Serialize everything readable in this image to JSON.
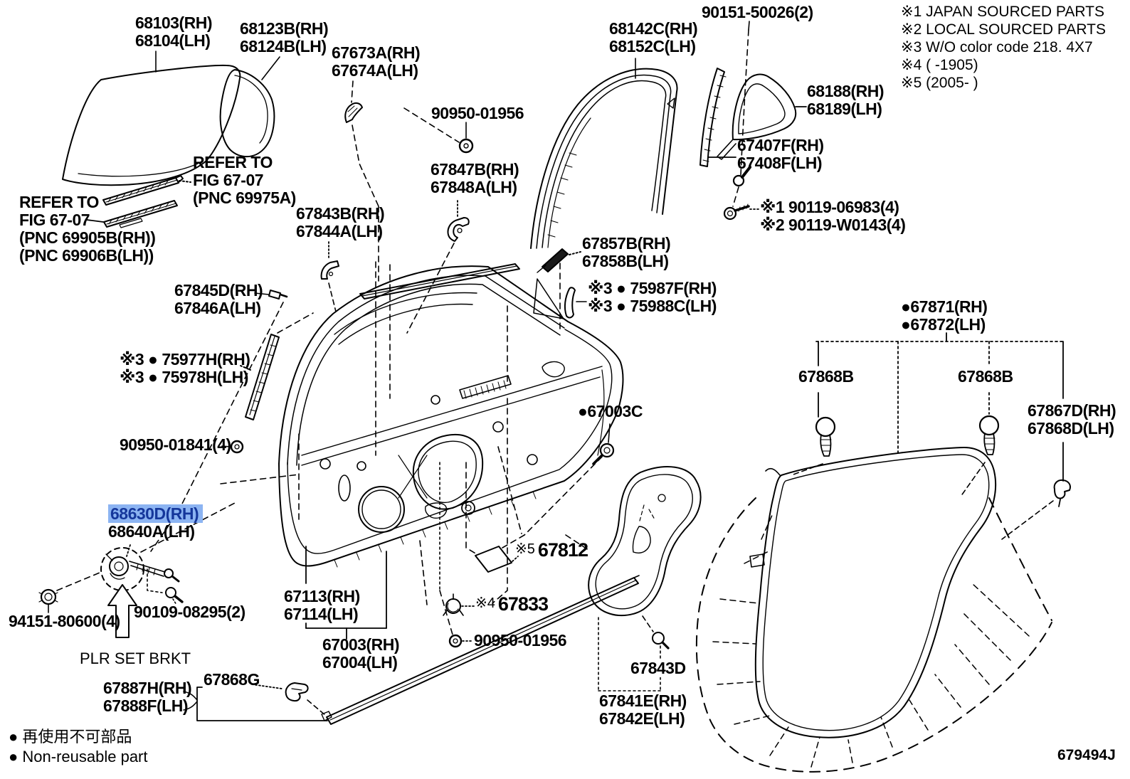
{
  "page": {
    "code": "679494J"
  },
  "colors": {
    "highlight_bg": "#8cb4f2",
    "highlight_text": "#15379b",
    "line": "#000000"
  },
  "legend": {
    "n1": "※1 JAPAN SOURCED PARTS",
    "n2": "※2 LOCAL SOURCED PARTS",
    "n3": "※3 W/O color code 218. 4X7",
    "n4": "※4 (      -1905)",
    "n5": "※5 (2005-      )"
  },
  "footer": {
    "jp": "● 再使用不可部品",
    "en": "● Non-reusable part"
  },
  "labels": {
    "g68103": {
      "l1": "68103(RH)",
      "l2": "68104(LH)"
    },
    "g68123": {
      "l1": "68123B(RH)",
      "l2": "68124B(LH)"
    },
    "g67673": {
      "l1": "67673A(RH)",
      "l2": "67674A(LH)"
    },
    "s90950t": {
      "l1": "90950-01956"
    },
    "g67847": {
      "l1": "67847B(RH)",
      "l2": "67848A(LH)"
    },
    "g68142": {
      "l1": "68142C(RH)",
      "l2": "68152C(LH)"
    },
    "s90151": {
      "l1": "90151-50026(2)"
    },
    "g68188": {
      "l1": "68188(RH)",
      "l2": "68189(LH)"
    },
    "g67407": {
      "l1": "67407F(RH)",
      "l2": "67408F(LH)"
    },
    "s90119": {
      "l1": "※1 90119-06983(4)",
      "l2": "※2 90119-W0143(4)"
    },
    "referA": {
      "l1": "REFER TO",
      "l2": "FIG 67-07",
      "l3": "(PNC 69975A)"
    },
    "referB": {
      "l1": "REFER TO",
      "l2": "FIG 67-07",
      "l3": "(PNC 69905B(RH))",
      "l4": "(PNC 69906B(LH))"
    },
    "g67843b": {
      "l1": "67843B(RH)",
      "l2": "67844A(LH)"
    },
    "g67845": {
      "l1": "67845D(RH)",
      "l2": "67846A(LH)"
    },
    "g67857": {
      "l1": "67857B(RH)",
      "l2": "67858B(LH)"
    },
    "g75987": {
      "l1": "※3 ● 75987F(RH)",
      "l2": "※3 ● 75988C(LH)"
    },
    "g75977": {
      "l1": "※3 ● 75977H(RH)",
      "l2": "※3 ● 75978H(LH)"
    },
    "g67871": {
      "l1": "●67871(RH)",
      "l2": "●67872(LH)"
    },
    "g67868bL": {
      "l1": "67868B"
    },
    "g67868bR": {
      "l1": "67868B"
    },
    "g67867": {
      "l1": "67867D(RH)",
      "l2": "67868D(LH)"
    },
    "g67003c": {
      "l1": "●67003C"
    },
    "s90950m": {
      "l1": "90950-01841(4)"
    },
    "g68630": {
      "l1": "68630D(RH)",
      "l2": "68640A(LH)"
    },
    "s94151": {
      "l1": "94151-80600(4)"
    },
    "s90109": {
      "l1": "90109-08295(2)"
    },
    "plr": {
      "l1": "PLR SET BRKT"
    },
    "g67113": {
      "l1": "67113(RH)",
      "l2": "67114(LH)"
    },
    "g67003": {
      "l1": "67003(RH)",
      "l2": "67004(LH)"
    },
    "g67812": {
      "p": "※5",
      "n": "67812"
    },
    "g67833": {
      "p": "※4",
      "n": "67833"
    },
    "s90950b": {
      "l1": "90950-01956"
    },
    "g67843d": {
      "l1": "67843D"
    },
    "g67841": {
      "l1": "67841E(RH)",
      "l2": "67842E(LH)"
    },
    "g67887": {
      "l1": "67887H(RH)",
      "l2": "67888F(LH)"
    },
    "g67868g": {
      "l1": "67868G"
    }
  }
}
